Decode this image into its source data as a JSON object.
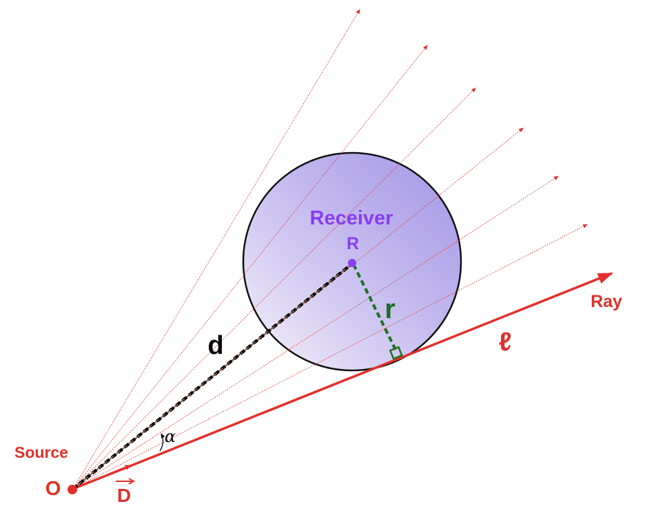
{
  "labels": {
    "source": "Source",
    "origin": "O",
    "direction": "D",
    "receiver": "Receiver",
    "receiver_point": "R",
    "distance": "d",
    "radius": "r",
    "ray": "Ray",
    "ray_param": "ℓ",
    "angle": "α"
  },
  "colors": {
    "ray": "#e0302a",
    "receiver_text": "#8a3cf0",
    "radius": "#1f6e1f",
    "distance": "#2a1a1a",
    "circle_fill_light": "#f2eef9",
    "circle_fill_dark": "#a79ae8",
    "circle_stroke": "#111111",
    "text_dark": "#000000"
  },
  "icons": {
    "direction_vector_arrow": "right-arrow-icon",
    "right_angle_marker": "right-angle-icon",
    "angle_arc": "angle-arc-icon"
  }
}
